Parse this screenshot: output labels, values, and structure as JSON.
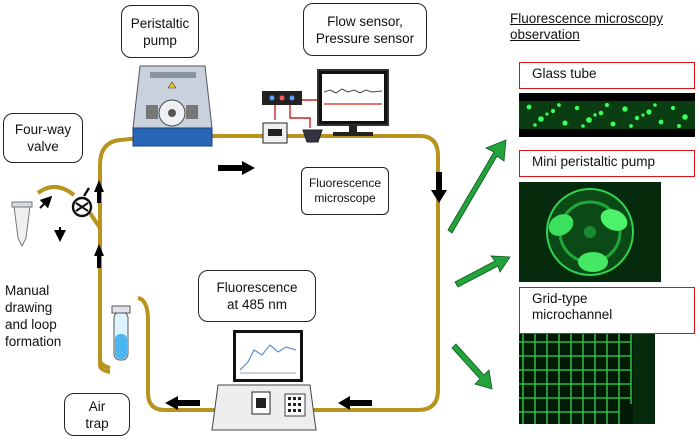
{
  "labels": {
    "peristaltic_pump": "Peristaltic\npump",
    "flow_sensor": "Flow sensor,\nPressure sensor",
    "four_way_valve": "Four-way\nvalve",
    "fluorescence_microscope": "Fluorescence\nmicroscope",
    "fluorescence_485": "Fluorescence\nat 485 nm",
    "manual_drawing": "Manual\ndrawing\nand   loop\nformation",
    "air_trap": "Air\ntrap"
  },
  "observation": {
    "title": "Fluorescence microscopy\nobservation",
    "panels": [
      {
        "label": "Glass tube"
      },
      {
        "label": "Mini peristaltic pump"
      },
      {
        "label": "Grid-type\nmicrochannel"
      }
    ]
  },
  "colors": {
    "tubing": "#b8941f",
    "flow_arrow": "#000000",
    "green_arrow": "#22a33c",
    "panel_border": "#dd1111",
    "fluorescence": "#39ff5a"
  },
  "icons": {
    "pump": "peristaltic-pump-icon",
    "monitor": "monitor-icon",
    "sensor": "sensor-icon",
    "valve": "valve-icon",
    "tube": "centrifuge-tube-icon",
    "trap": "air-trap-icon",
    "detector": "fluorescence-detector-icon"
  }
}
